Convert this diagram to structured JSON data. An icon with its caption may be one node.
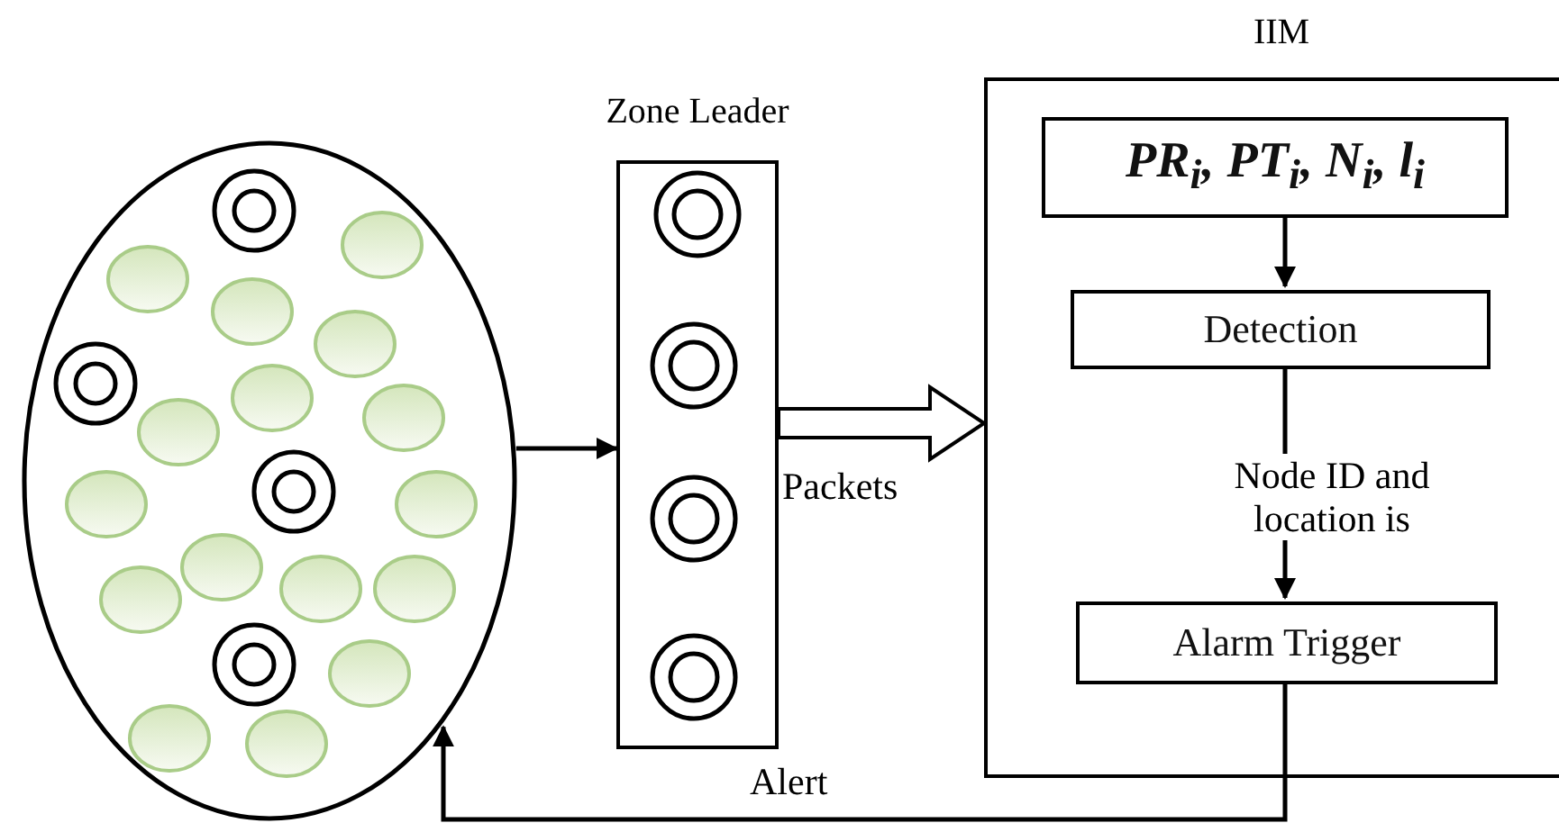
{
  "diagram": {
    "nodes": [
      {
        "text": [],
        "shape": "ellipse"
      },
      {
        "text": [
          "Zone Leader"
        ]
      },
      {
        "text": [
          "IIM"
        ]
      },
      {
        "text": [
          "PR$_{i}$, PT$_{i}$, N$_{i}$, l$_{i}$"
        ],
        "in": 2
      },
      {
        "text": [
          "Detection"
        ],
        "in": 2
      },
      {
        "text": [
          "Alarm Trigger"
        ],
        "in": 2
      }
    ],
    "edges": [
      {
        "from": 0,
        "to": 1,
        "arrow": "to"
      },
      {
        "from": 1,
        "to": 2,
        "arrow": "to",
        "label": "Packets",
        "style": "thick"
      },
      {
        "from": 3,
        "to": 4,
        "arrow": "to"
      },
      {
        "from": 4,
        "to": 5,
        "arrow": "to",
        "label": "Node ID and location is"
      },
      {
        "from": 5,
        "to": 0,
        "arrow": "to",
        "label": "Alert"
      }
    ]
  }
}
